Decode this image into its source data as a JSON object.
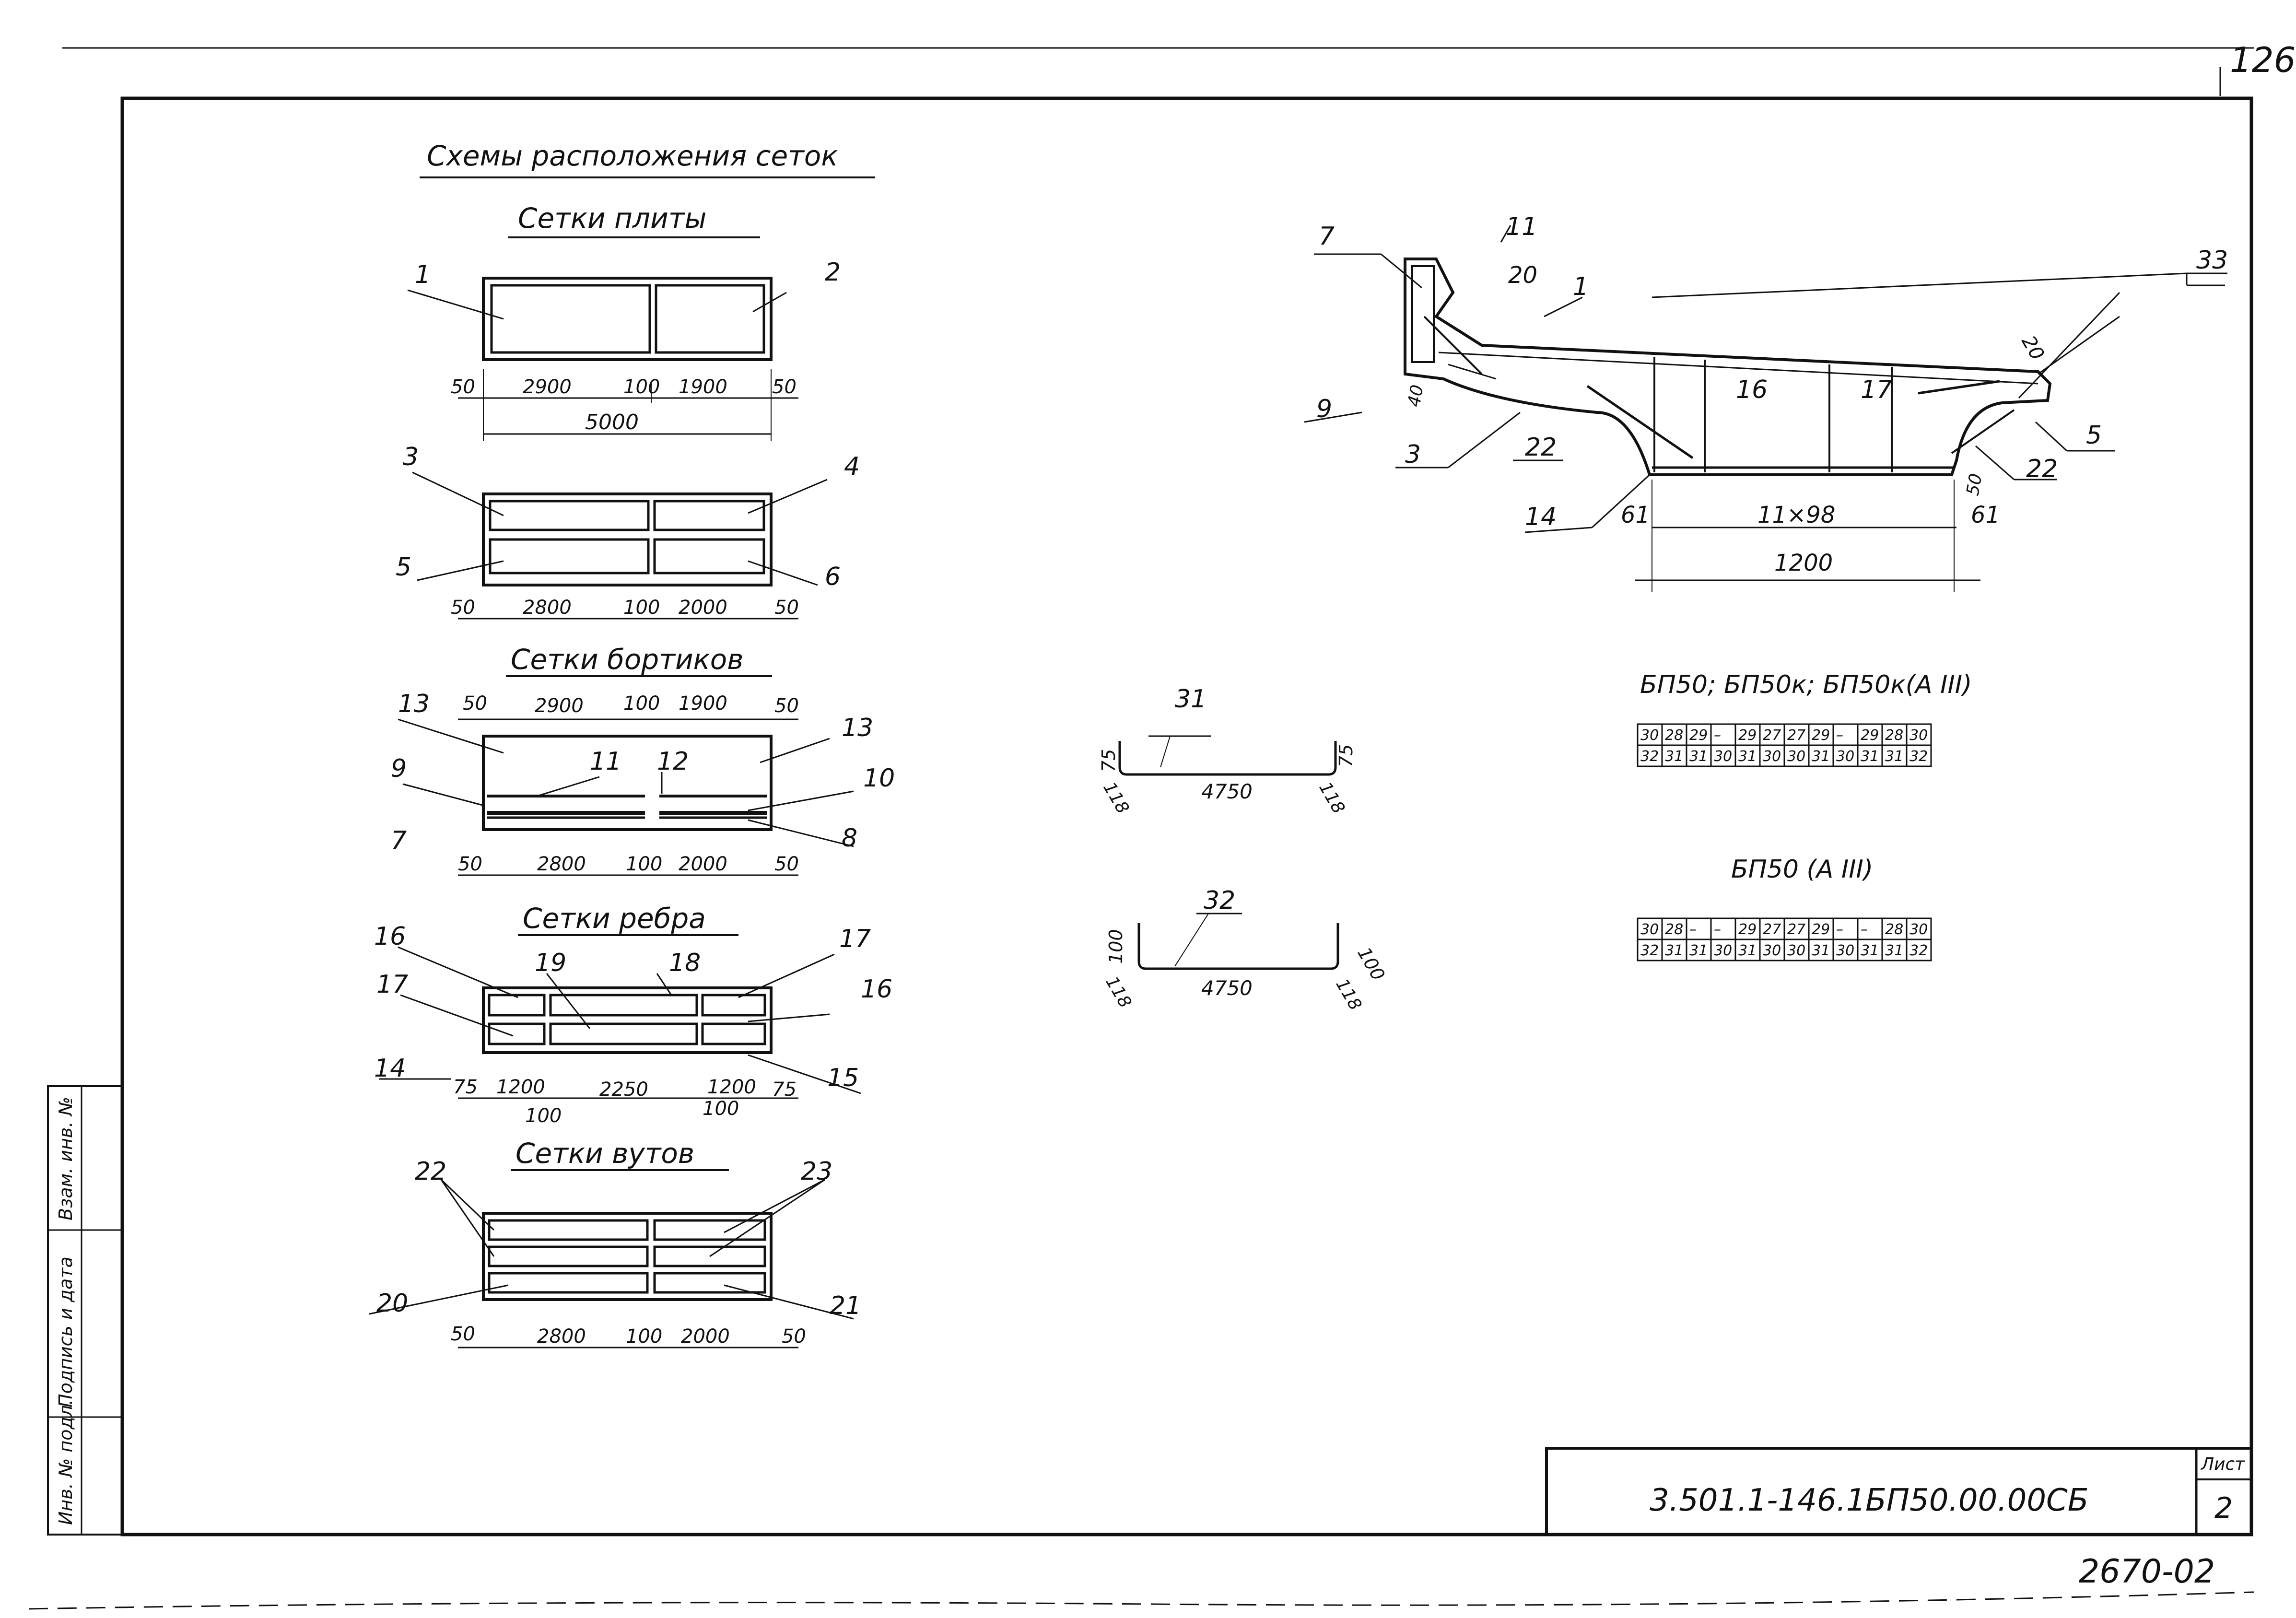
{
  "page_number": "126",
  "corner_code": "2670-02",
  "title": "Схемы расположения сеток",
  "sections": {
    "slab": "Сетки плиты",
    "sides": "Сетки бортиков",
    "rib": "Сетки ребра",
    "haunch": "Сетки вутов"
  },
  "slab": {
    "labels": [
      "1",
      "2"
    ],
    "dims": [
      "50",
      "2900",
      "100",
      "1900",
      "50"
    ],
    "total": "5000"
  },
  "slab2": {
    "labels": [
      "3",
      "4",
      "5",
      "6"
    ],
    "dims": [
      "50",
      "2800",
      "100",
      "2000",
      "50"
    ]
  },
  "sides": {
    "labels": [
      "13",
      "13",
      "11",
      "12",
      "9",
      "10",
      "7",
      "8"
    ],
    "top_dims": [
      "50",
      "2900",
      "100",
      "1900",
      "50"
    ],
    "bottom_dims": [
      "50",
      "2800",
      "100",
      "2000",
      "50"
    ]
  },
  "rib": {
    "labels": [
      "16",
      "17",
      "19",
      "18",
      "17",
      "16",
      "14",
      "15"
    ],
    "dims": [
      "75",
      "1200",
      "2250",
      "1200",
      "75"
    ],
    "sub_dims": [
      "100",
      "100"
    ]
  },
  "haunch": {
    "labels": [
      "22",
      "23",
      "20",
      "21"
    ],
    "dims": [
      "50",
      "2800",
      "100",
      "2000",
      "50"
    ]
  },
  "bars": [
    {
      "label": "31",
      "length": "4750",
      "leg": "75",
      "hook": "118"
    },
    {
      "label": "32",
      "length": "4750",
      "leg": "100",
      "hook": "118"
    }
  ],
  "section": {
    "labels": [
      "7",
      "11",
      "20",
      "1",
      "33",
      "9",
      "16",
      "17",
      "20",
      "3",
      "22",
      "5",
      "22",
      "14",
      "40",
      "50"
    ],
    "dims": [
      "61",
      "11×98",
      "61"
    ],
    "total": "1200"
  },
  "tables": [
    {
      "title": "БП50; БП50к; БП50к(А III)",
      "rows": [
        [
          "30",
          "28",
          "29",
          "–",
          "29",
          "27",
          "27",
          "29",
          "–",
          "29",
          "28",
          "30"
        ],
        [
          "32",
          "31",
          "31",
          "30",
          "31",
          "30",
          "30",
          "31",
          "30",
          "31",
          "31",
          "32"
        ]
      ]
    },
    {
      "title": "БП50 (А III)",
      "rows": [
        [
          "30",
          "28",
          "–",
          "–",
          "29",
          "27",
          "27",
          "29",
          "–",
          "–",
          "28",
          "30"
        ],
        [
          "32",
          "31",
          "31",
          "30",
          "31",
          "30",
          "30",
          "31",
          "30",
          "31",
          "31",
          "32"
        ]
      ]
    }
  ],
  "stamp": {
    "code": "3.501.1-146.1",
    "mark": "БП50.00.00СБ",
    "sheet_label": "Лист",
    "sheet": "2"
  },
  "side_stamp": [
    "Инв. № подл.",
    "Подпись и дата",
    "Взам. инв. №"
  ]
}
